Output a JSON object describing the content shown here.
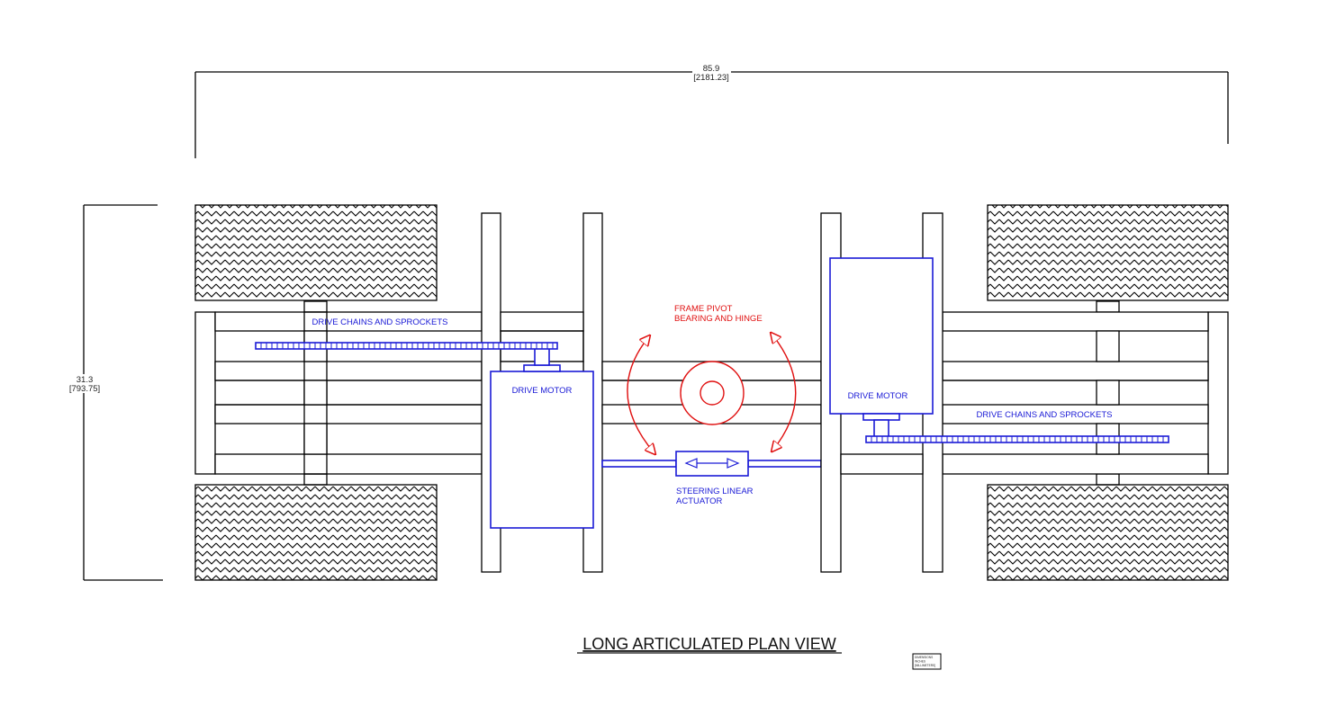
{
  "drawing": {
    "title": "LONG ARTICULATED PLAN VIEW",
    "dimensions": {
      "overall_length": {
        "inches": "85.9",
        "millimeters": "[2181.23]"
      },
      "overall_width": {
        "inches": "31.3",
        "millimeters": "[793.75]"
      }
    },
    "labels": {
      "chains_left": "DRIVE CHAINS AND SPROCKETS",
      "chains_right": "DRIVE CHAINS AND SPROCKETS",
      "motor_left": "DRIVE MOTOR",
      "motor_right": "DRIVE MOTOR",
      "pivot_line1": "FRAME PIVOT",
      "pivot_line2": "BEARING AND HINGE",
      "actuator_line1": "STEERING LINEAR",
      "actuator_line2": "ACTUATOR"
    },
    "units_note": [
      "DIMENSIONS",
      "INCHES",
      "[MILLIMETERS]"
    ],
    "colors": {
      "outline": "#000000",
      "drivetrain": "#1a1ad6",
      "pivot": "#e01010"
    }
  }
}
